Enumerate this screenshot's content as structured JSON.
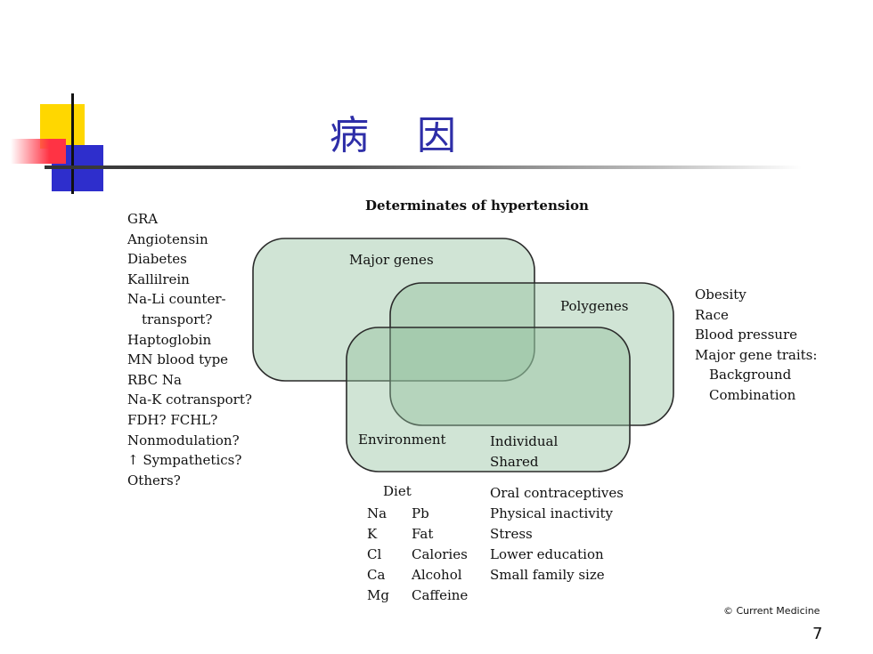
{
  "slide": {
    "title": "病 因",
    "page_number": "7",
    "copyright": "© Current Medicine"
  },
  "diagram": {
    "title": "Determinates of hypertension",
    "sets": {
      "major_genes": "Major genes",
      "polygenes": "Polygenes",
      "environment": "Environment"
    },
    "environment_kinds": [
      "Individual",
      "Shared"
    ],
    "left_list": [
      {
        "text": "GRA",
        "indent": false
      },
      {
        "text": "Angiotensin",
        "indent": false
      },
      {
        "text": "Diabetes",
        "indent": false
      },
      {
        "text": "Kallilrein",
        "indent": false
      },
      {
        "text": "Na-Li counter-",
        "indent": false
      },
      {
        "text": "transport?",
        "indent": true
      },
      {
        "text": "Haptoglobin",
        "indent": false
      },
      {
        "text": "MN blood type",
        "indent": false
      },
      {
        "text": "RBC Na",
        "indent": false
      },
      {
        "text": "Na-K cotransport?",
        "indent": false
      },
      {
        "text": "FDH? FCHL?",
        "indent": false
      },
      {
        "text": "Nonmodulation?",
        "indent": false
      },
      {
        "text": "↑ Sympathetics?",
        "indent": false
      },
      {
        "text": "Others?",
        "indent": false
      }
    ],
    "right_list": [
      {
        "text": "Obesity",
        "indent": false
      },
      {
        "text": "Race",
        "indent": false
      },
      {
        "text": "Blood pressure",
        "indent": false
      },
      {
        "text": "Major gene traits:",
        "indent": false
      },
      {
        "text": "Background",
        "indent": true
      },
      {
        "text": "Combination",
        "indent": true
      }
    ],
    "diet": {
      "heading": "Diet",
      "col1": [
        "Na",
        "K",
        "Cl",
        "Ca",
        "Mg"
      ],
      "col2": [
        "Pb",
        "Fat",
        "Calories",
        "Alcohol",
        "Caffeine"
      ]
    },
    "other_factors": [
      "Oral contraceptives",
      "Physical inactivity",
      "Stress",
      "Lower education",
      "Small family size"
    ],
    "colors": {
      "fill": "#8fbf9a",
      "stroke": "#2a2a2a",
      "title": "#2e2ea8"
    }
  }
}
